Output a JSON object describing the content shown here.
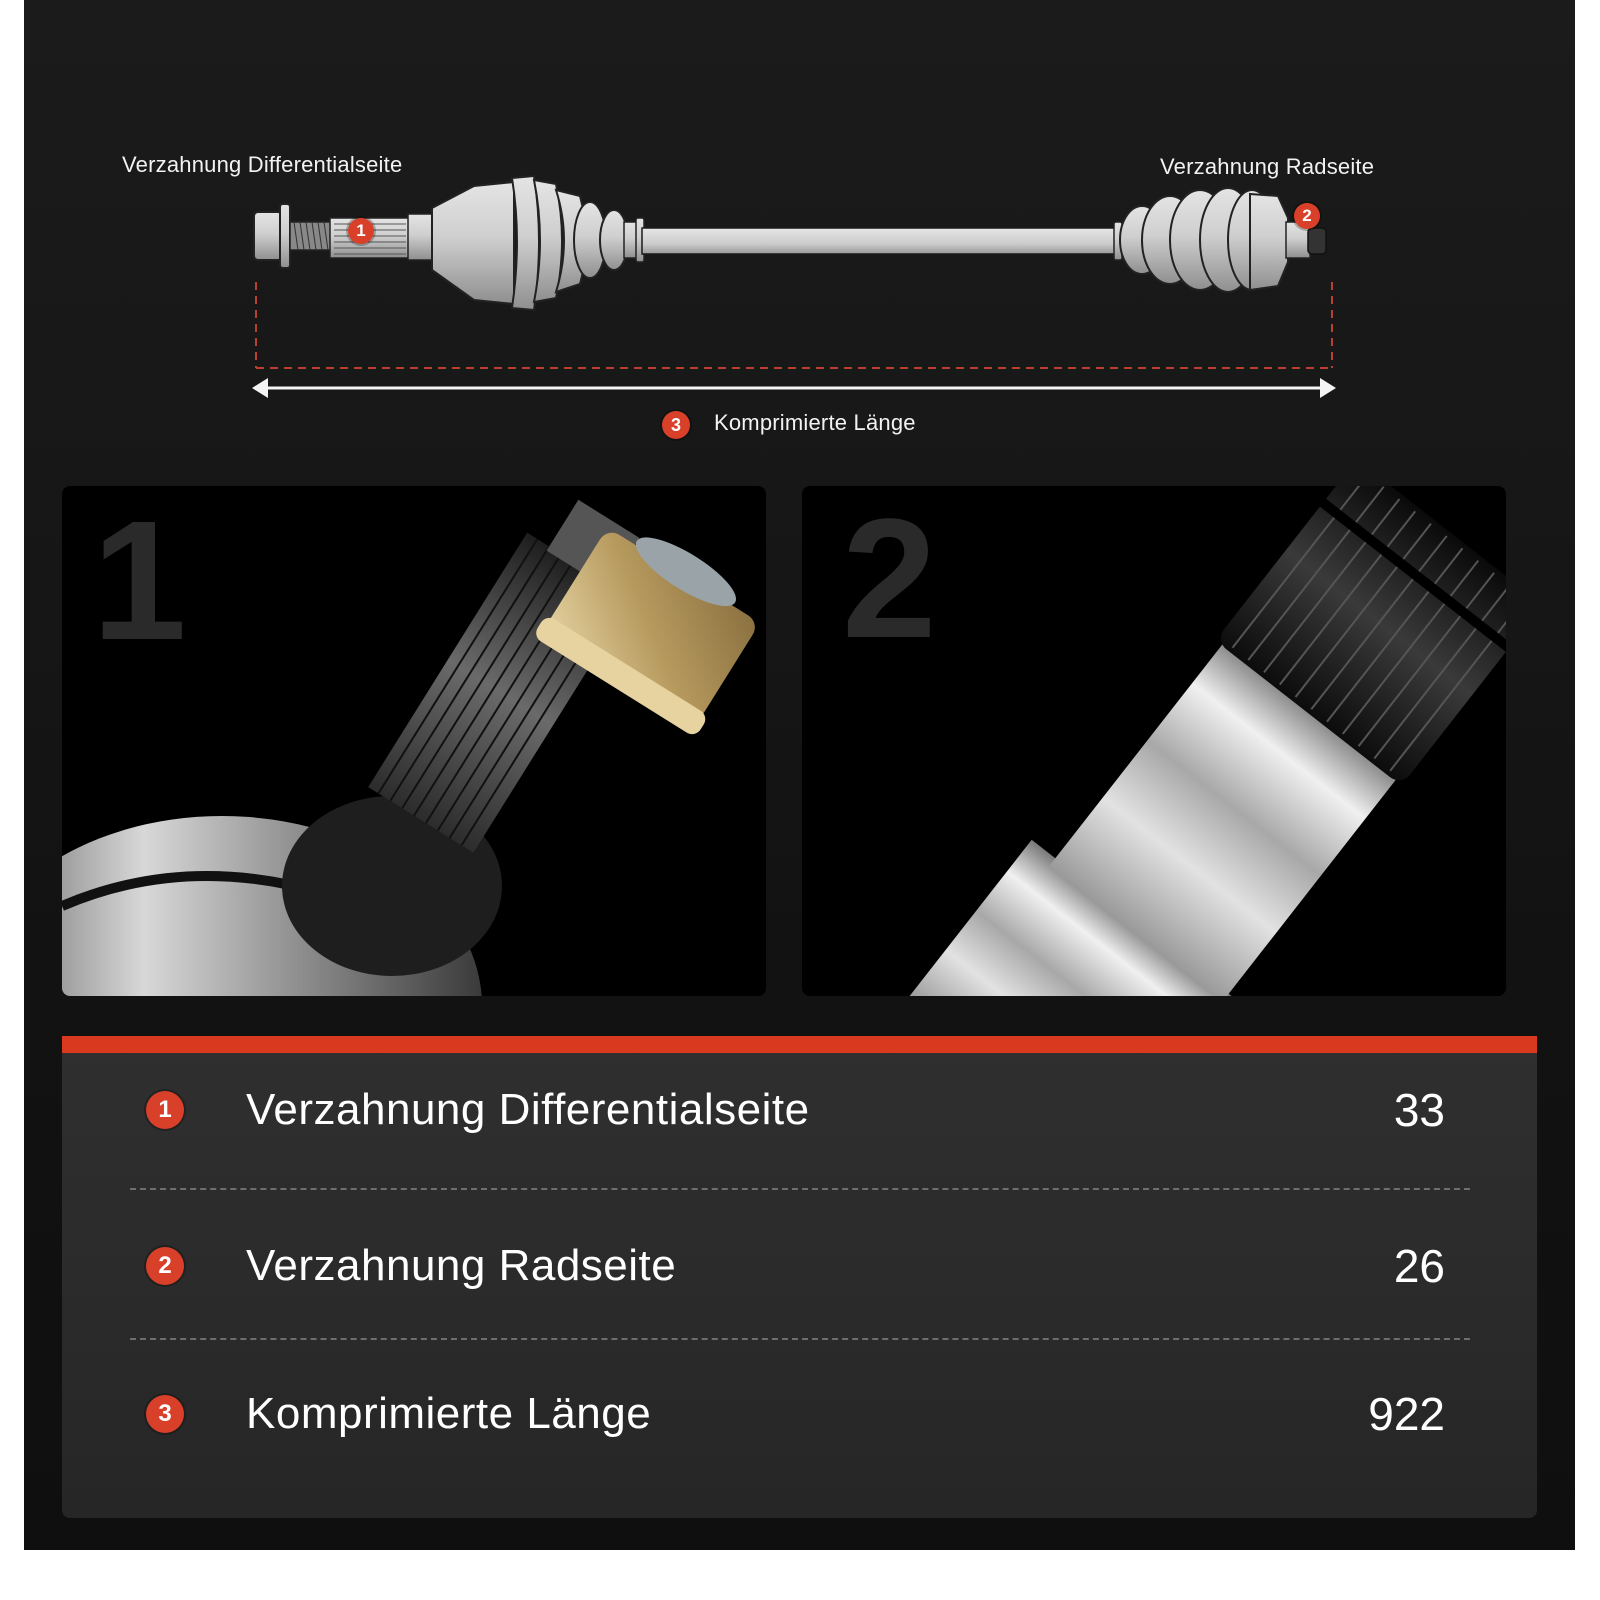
{
  "diagram": {
    "label_left": "Verzahnung Differentialseite",
    "label_right": "Verzahnung Radseite",
    "label_bottom": "Komprimierte Länge",
    "markers": [
      "1",
      "2",
      "3"
    ],
    "accent_color": "#d8402a",
    "dimension_line_color": "#c0392b"
  },
  "photos": [
    {
      "number": "1",
      "subject": "Differentialseite Verzahnung mit Mutter"
    },
    {
      "number": "2",
      "subject": "Radseite Verzahnung"
    }
  ],
  "spec_table": {
    "accent_color": "#d9391f",
    "rows": [
      {
        "marker": "1",
        "label": "Verzahnung Differentialseite",
        "value": "33"
      },
      {
        "marker": "2",
        "label": "Verzahnung Radseite",
        "value": "26"
      },
      {
        "marker": "3",
        "label": "Komprimierte Länge",
        "value": "922"
      }
    ]
  }
}
